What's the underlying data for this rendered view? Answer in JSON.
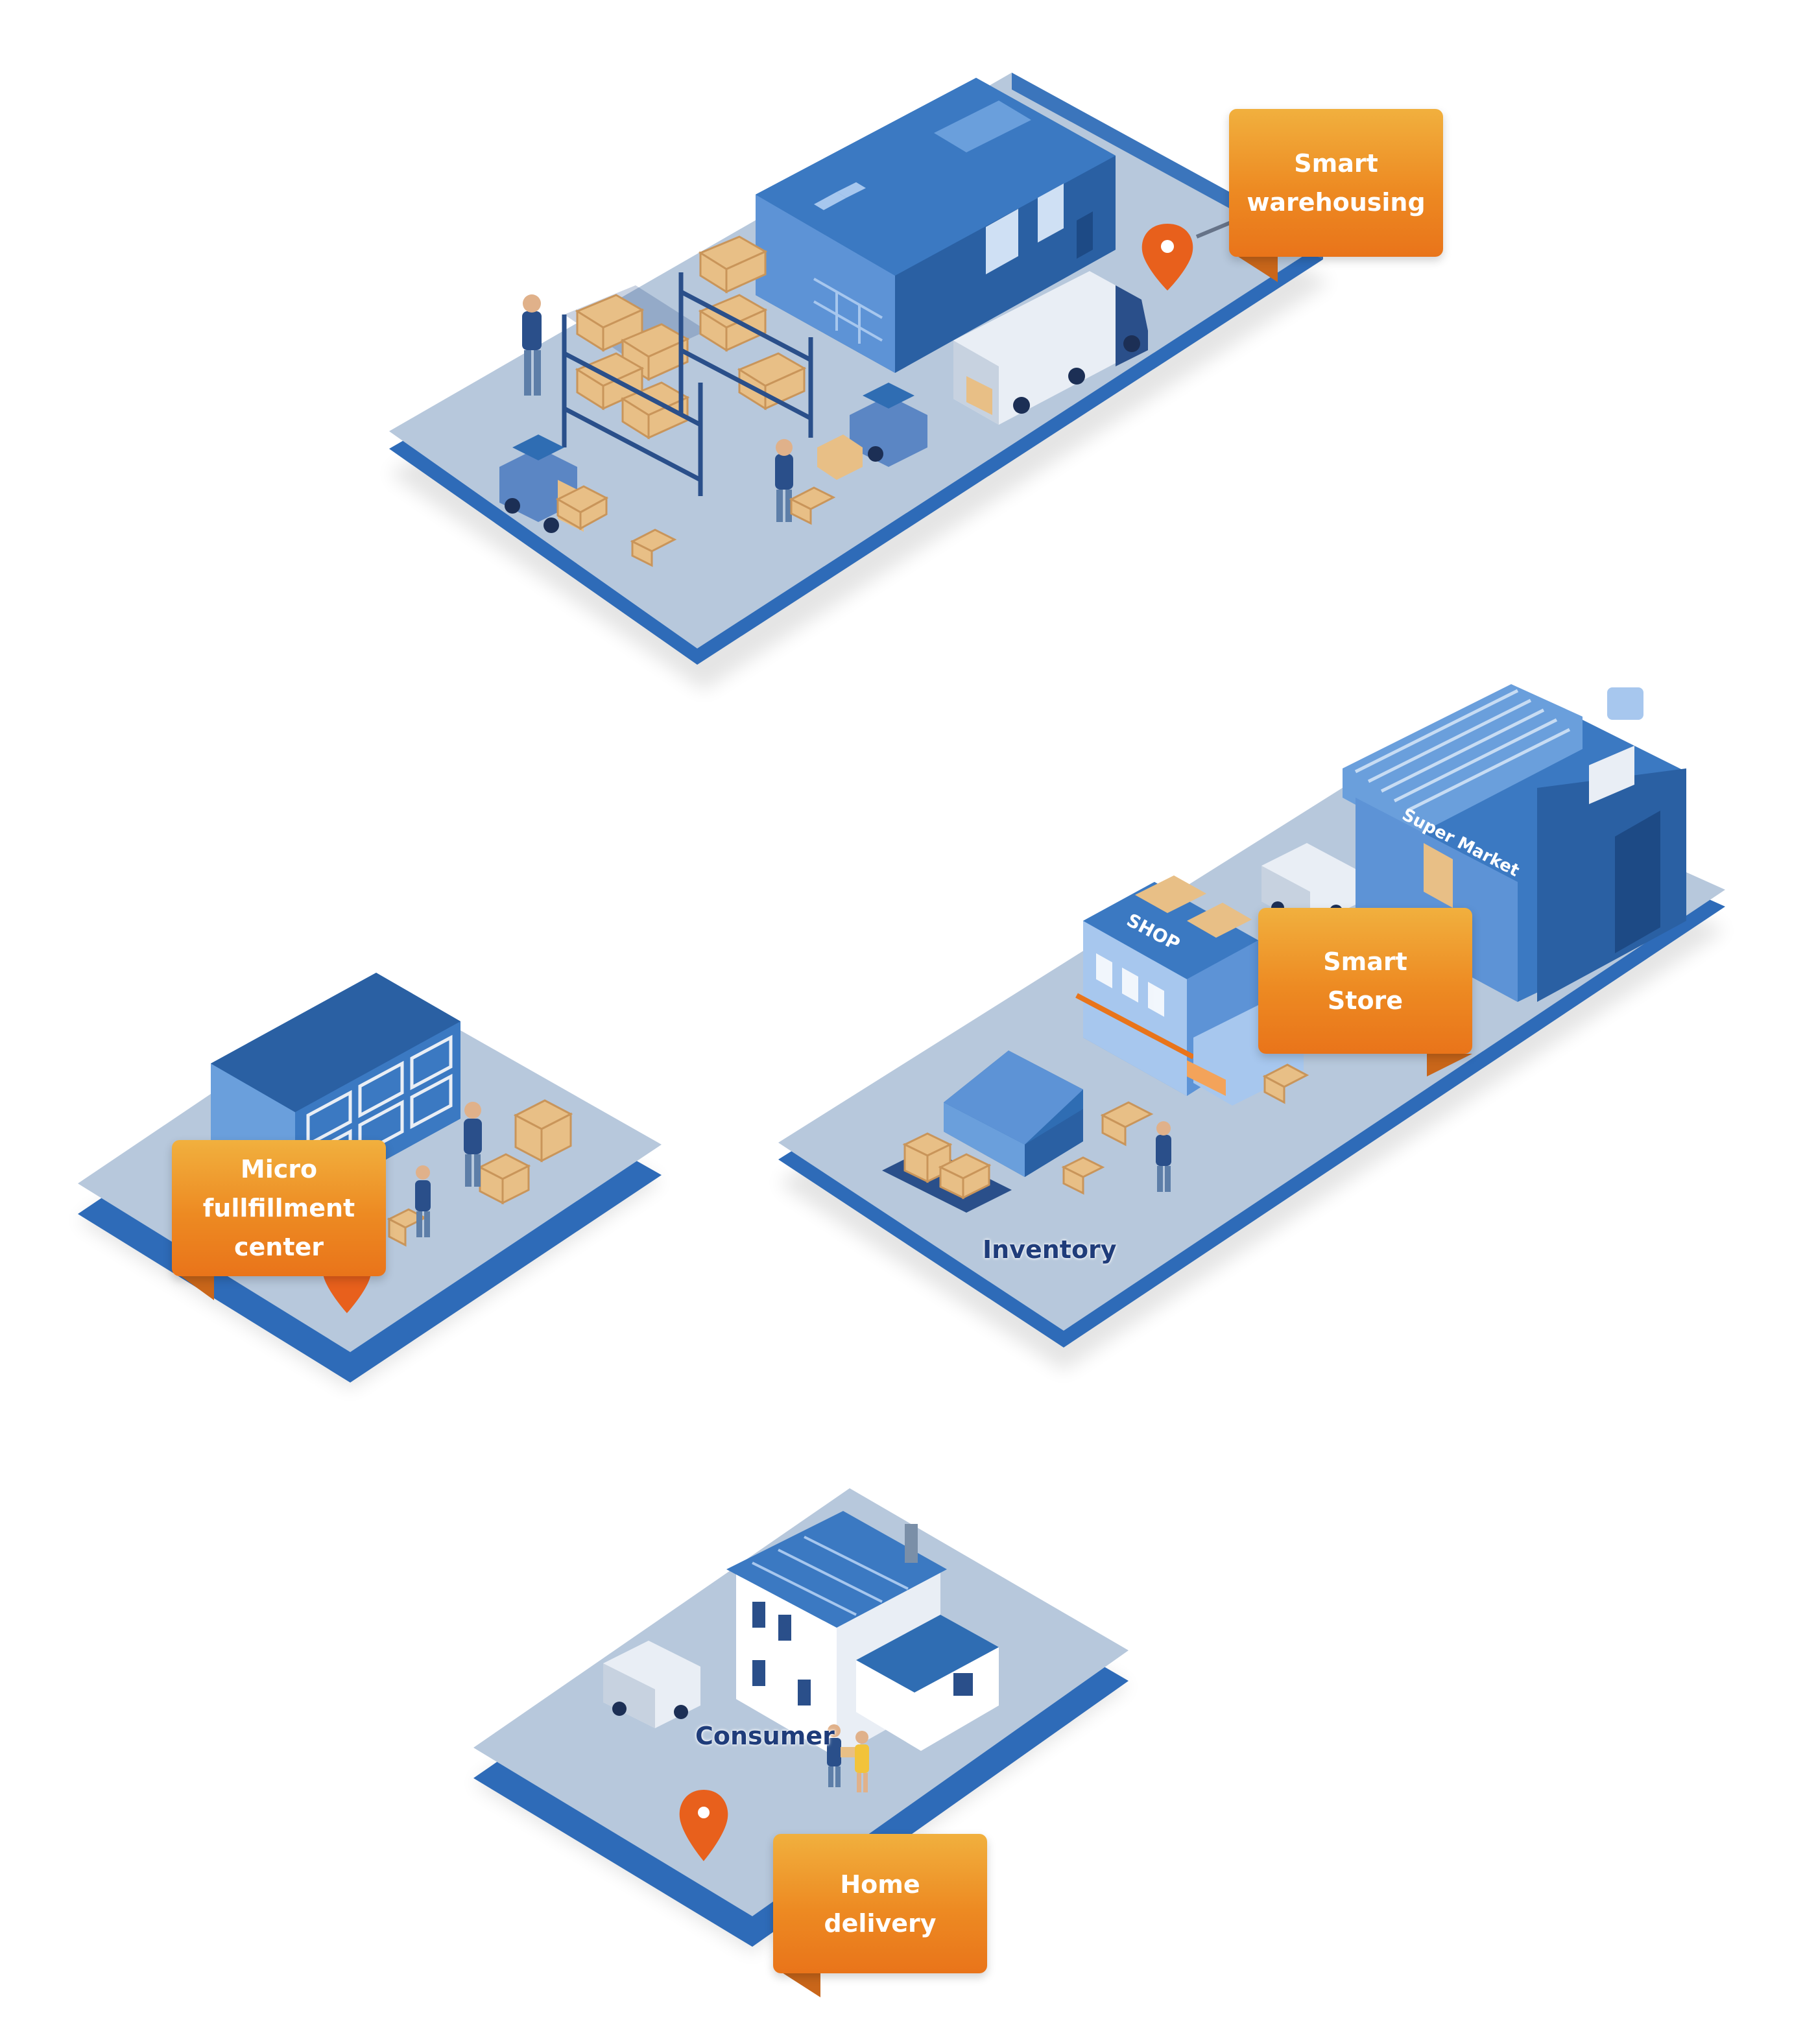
{
  "colors": {
    "platform_top": "#b7c8dc",
    "platform_edge": "#2e6bb8",
    "building_dark": "#2f6db3",
    "building_light": "#6a9fdc",
    "box": "#e8bf86",
    "tag_orange": "#ed8a22",
    "pin": "#e8601c",
    "label_text": "#1f3c7a"
  },
  "stations": {
    "smart_warehousing": {
      "tag_lines": [
        "Smart",
        "warehousing"
      ],
      "icon": "warehouse-icon"
    },
    "smart_store": {
      "tag_lines": [
        "Smart",
        "Store"
      ],
      "icons": [
        "shop-icon",
        "supermarket-icon"
      ],
      "shop_sign": "SHOP",
      "supermarket_sign": "Super Market",
      "inventory_label": "Inventory"
    },
    "micro_fulfillment": {
      "tag_lines": [
        "Micro",
        "fullfillment",
        "center"
      ],
      "icon": "mfc-building-icon"
    },
    "home_delivery": {
      "tag_lines": [
        "Home",
        "delivery"
      ],
      "consumer_label": "Consumer",
      "icon": "house-icon"
    }
  }
}
